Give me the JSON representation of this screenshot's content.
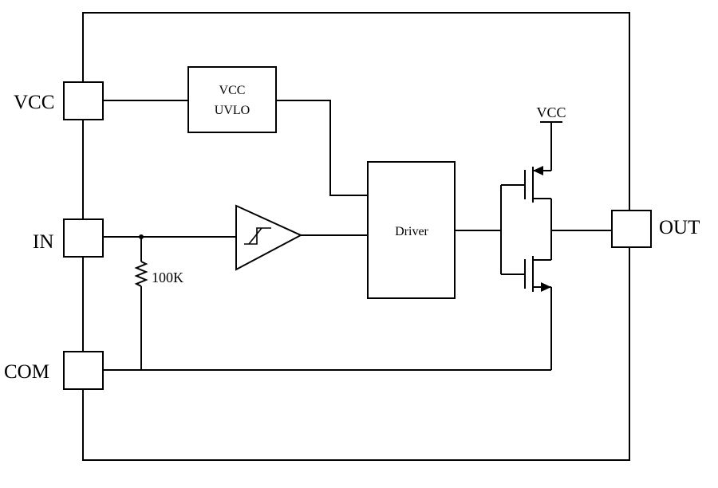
{
  "pins": {
    "vcc": "VCC",
    "in": "IN",
    "com": "COM",
    "out": "OUT"
  },
  "blocks": {
    "uvlo_line1": "VCC",
    "uvlo_line2": "UVLO",
    "driver": "Driver"
  },
  "components": {
    "resistor_value": "100K",
    "supply_label": "VCC"
  },
  "colors": {
    "line": "#000000",
    "background": "#ffffff"
  }
}
